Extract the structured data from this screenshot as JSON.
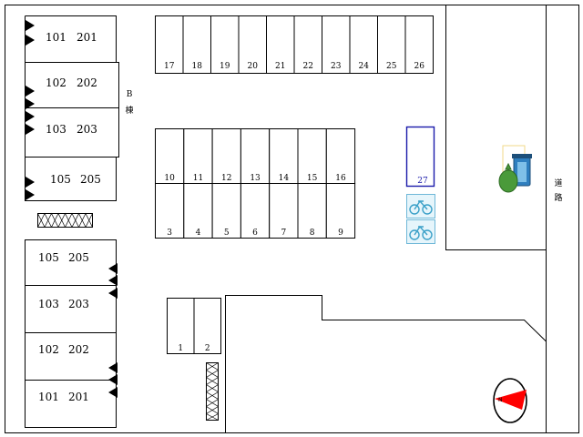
{
  "site_map": {
    "building_a_units": [
      {
        "label_1f": "101",
        "label_2f": "201"
      },
      {
        "label_1f": "102",
        "label_2f": "202"
      },
      {
        "label_1f": "103",
        "label_2f": "203"
      },
      {
        "label_1f": "105",
        "label_2f": "205"
      }
    ],
    "building_b_units": [
      {
        "label_1f": "105",
        "label_2f": "205"
      },
      {
        "label_1f": "103",
        "label_2f": "203"
      },
      {
        "label_1f": "102",
        "label_2f": "202"
      },
      {
        "label_1f": "101",
        "label_2f": "201"
      }
    ],
    "building_b_label": {
      "letter": "B",
      "kanji": "棟"
    },
    "parking_top_row": [
      "17",
      "18",
      "19",
      "20",
      "21",
      "22",
      "23",
      "24",
      "25",
      "26"
    ],
    "parking_middle_upper": [
      "10",
      "11",
      "12",
      "13",
      "14",
      "15",
      "16"
    ],
    "parking_middle_lower": [
      "3",
      "4",
      "5",
      "6",
      "7",
      "8",
      "9"
    ],
    "parking_small": [
      "1",
      "2"
    ],
    "parking_special": "27",
    "road_label": {
      "char1": "道",
      "char2": "路"
    },
    "colors": {
      "special_stall": "#1a1aaa",
      "bicycle_tile": "#6fb8d8",
      "compass": "#ff0000",
      "garbage_bag": "#4a9a3a",
      "trash_can": "#2f7fbf"
    },
    "icons": [
      "bicycle-parking-icon",
      "garbage-icon",
      "compass-north-icon",
      "entrance-arrow-icon"
    ]
  }
}
